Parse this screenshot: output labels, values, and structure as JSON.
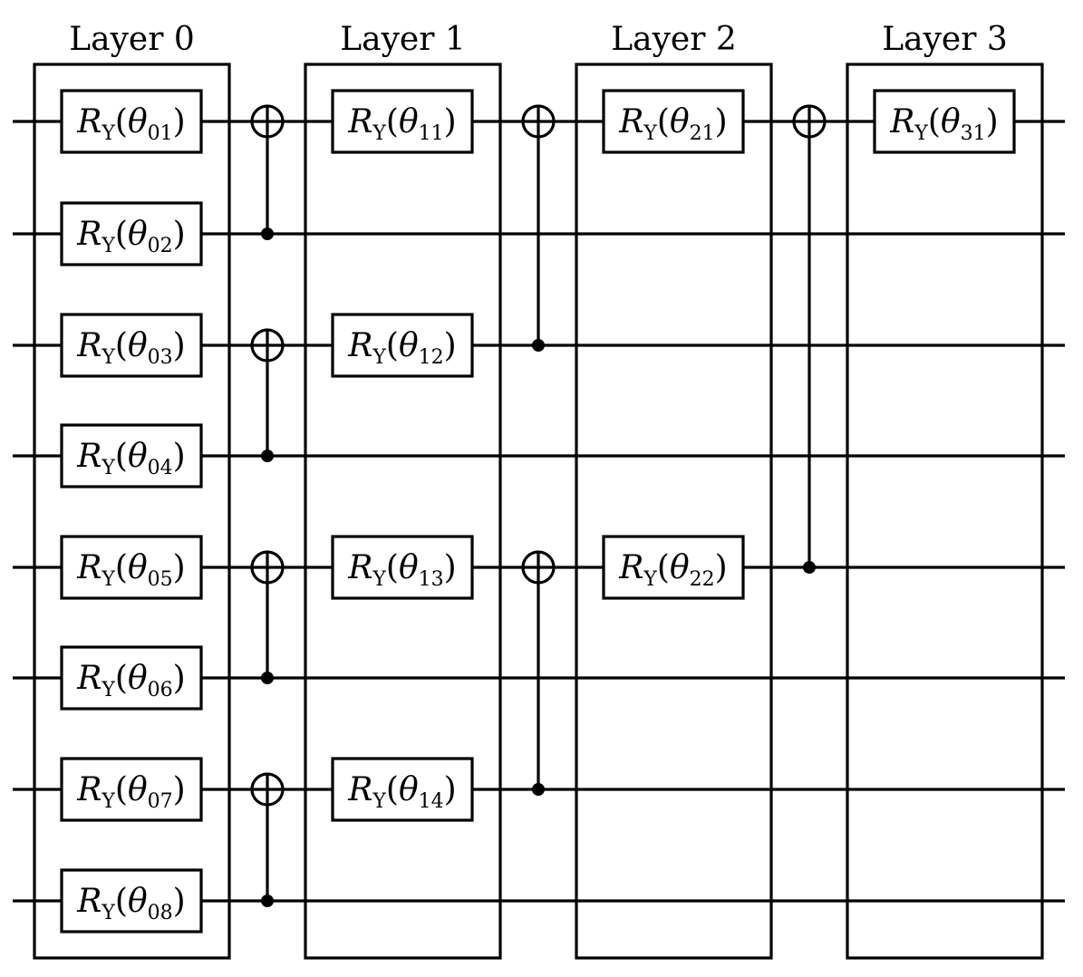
{
  "layers": [
    {
      "title": "Layer 0",
      "gates": [
        {
          "wire": 0,
          "name": "R",
          "sub": "Y",
          "param": "θ",
          "param_sub": "01"
        },
        {
          "wire": 1,
          "name": "R",
          "sub": "Y",
          "param": "θ",
          "param_sub": "02"
        },
        {
          "wire": 2,
          "name": "R",
          "sub": "Y",
          "param": "θ",
          "param_sub": "03"
        },
        {
          "wire": 3,
          "name": "R",
          "sub": "Y",
          "param": "θ",
          "param_sub": "04"
        },
        {
          "wire": 4,
          "name": "R",
          "sub": "Y",
          "param": "θ",
          "param_sub": "05"
        },
        {
          "wire": 5,
          "name": "R",
          "sub": "Y",
          "param": "θ",
          "param_sub": "06"
        },
        {
          "wire": 6,
          "name": "R",
          "sub": "Y",
          "param": "θ",
          "param_sub": "07"
        },
        {
          "wire": 7,
          "name": "R",
          "sub": "Y",
          "param": "θ",
          "param_sub": "08"
        }
      ]
    },
    {
      "title": "Layer 1",
      "gates": [
        {
          "wire": 0,
          "name": "R",
          "sub": "Y",
          "param": "θ",
          "param_sub": "11"
        },
        {
          "wire": 2,
          "name": "R",
          "sub": "Y",
          "param": "θ",
          "param_sub": "12"
        },
        {
          "wire": 4,
          "name": "R",
          "sub": "Y",
          "param": "θ",
          "param_sub": "13"
        },
        {
          "wire": 6,
          "name": "R",
          "sub": "Y",
          "param": "θ",
          "param_sub": "14"
        }
      ]
    },
    {
      "title": "Layer 2",
      "gates": [
        {
          "wire": 0,
          "name": "R",
          "sub": "Y",
          "param": "θ",
          "param_sub": "21"
        },
        {
          "wire": 4,
          "name": "R",
          "sub": "Y",
          "param": "θ",
          "param_sub": "22"
        }
      ]
    },
    {
      "title": "Layer 3",
      "gates": [
        {
          "wire": 0,
          "name": "R",
          "sub": "Y",
          "param": "θ",
          "param_sub": "31"
        }
      ]
    }
  ],
  "cnots": [
    {
      "after_layer": 0,
      "target": 0,
      "control": 1
    },
    {
      "after_layer": 0,
      "target": 2,
      "control": 3
    },
    {
      "after_layer": 0,
      "target": 4,
      "control": 5
    },
    {
      "after_layer": 0,
      "target": 6,
      "control": 7
    },
    {
      "after_layer": 1,
      "target": 0,
      "control": 2
    },
    {
      "after_layer": 1,
      "target": 4,
      "control": 6
    },
    {
      "after_layer": 2,
      "target": 0,
      "control": 4
    }
  ],
  "wire_count": 8
}
